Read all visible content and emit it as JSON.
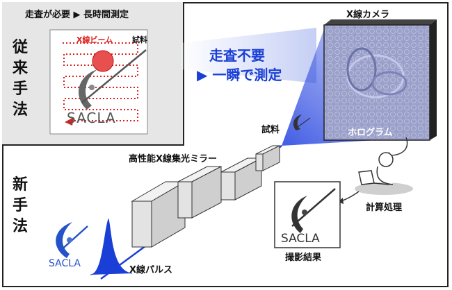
{
  "conventional": {
    "title": "走査が必要 ▶ 長時間測定",
    "label": "従来手法",
    "beam_label": "X線ビーム",
    "sample_label": "試料",
    "logo_text": "SACLA"
  },
  "headline": {
    "line1": "走査不要",
    "line2": "▶ 一瞬で測定"
  },
  "camera_label": "X線カメラ",
  "hologram_label": "ホログラム",
  "sample_label": "試料",
  "mirror_label": "高性能X線集光ミラー",
  "new_method_label": "新手法",
  "computation_label": "計算処理",
  "result_label": "撮影結果",
  "pulse_label": "X線パルス",
  "logo_text": "SACLA",
  "colors": {
    "accent_blue": "#1a3fd6",
    "beam_red": "#e02020",
    "panel_gray": "#e6e6e6"
  }
}
